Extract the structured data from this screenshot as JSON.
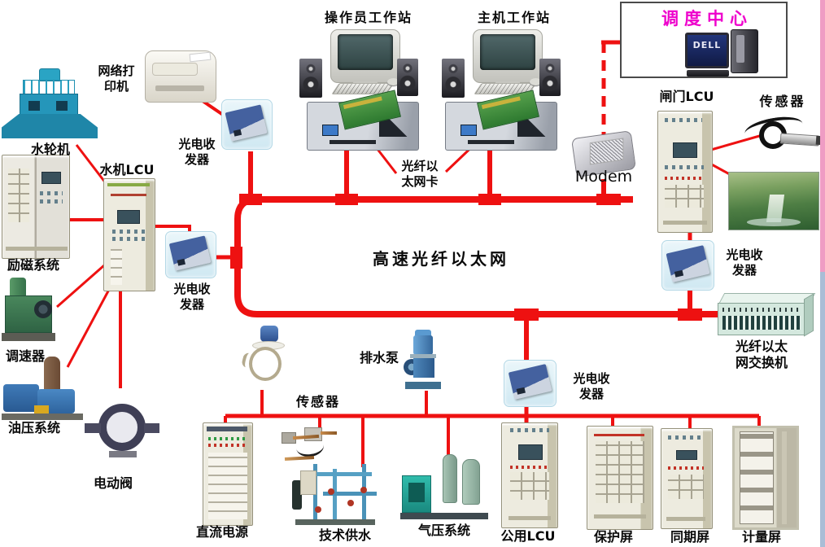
{
  "diagram": {
    "backbone_label": "高速光纤以太网",
    "dispatch": {
      "title": "调度中心",
      "brand": "DELL"
    },
    "transceiver": [
      "光电收",
      "发器"
    ],
    "top": {
      "operator_ws": "操作员工作站",
      "host_ws": "主机工作站",
      "printer": [
        "网络打",
        "印机"
      ],
      "fiber_card": [
        "光纤以",
        "太网卡"
      ],
      "modem": "Modem"
    },
    "left": {
      "turbine": "水轮机",
      "turbine_lcu": "水机LCU",
      "excitation": "励磁系统",
      "governor": "调速器",
      "oil": "油压系统",
      "valve": "电动阀"
    },
    "right": {
      "gate_lcu": "闸门LCU",
      "sensor": "传感器",
      "switch": [
        "光纤以太",
        "网交换机"
      ]
    },
    "bottom": {
      "drain_pump": "排水泵",
      "sensor": "传感器",
      "dc_power": "直流电源",
      "tech_water": "技术供水",
      "air": "气压系统",
      "common_lcu": "公用LCU",
      "protection": "保护屏",
      "sync": "同期屏",
      "metering": "计量屏"
    }
  },
  "colors": {
    "line": "#ee1111",
    "dispatch_text": "#ee00cc",
    "edge_pink": "#ef9cc4",
    "edge_blue": "#a9bdd6"
  }
}
